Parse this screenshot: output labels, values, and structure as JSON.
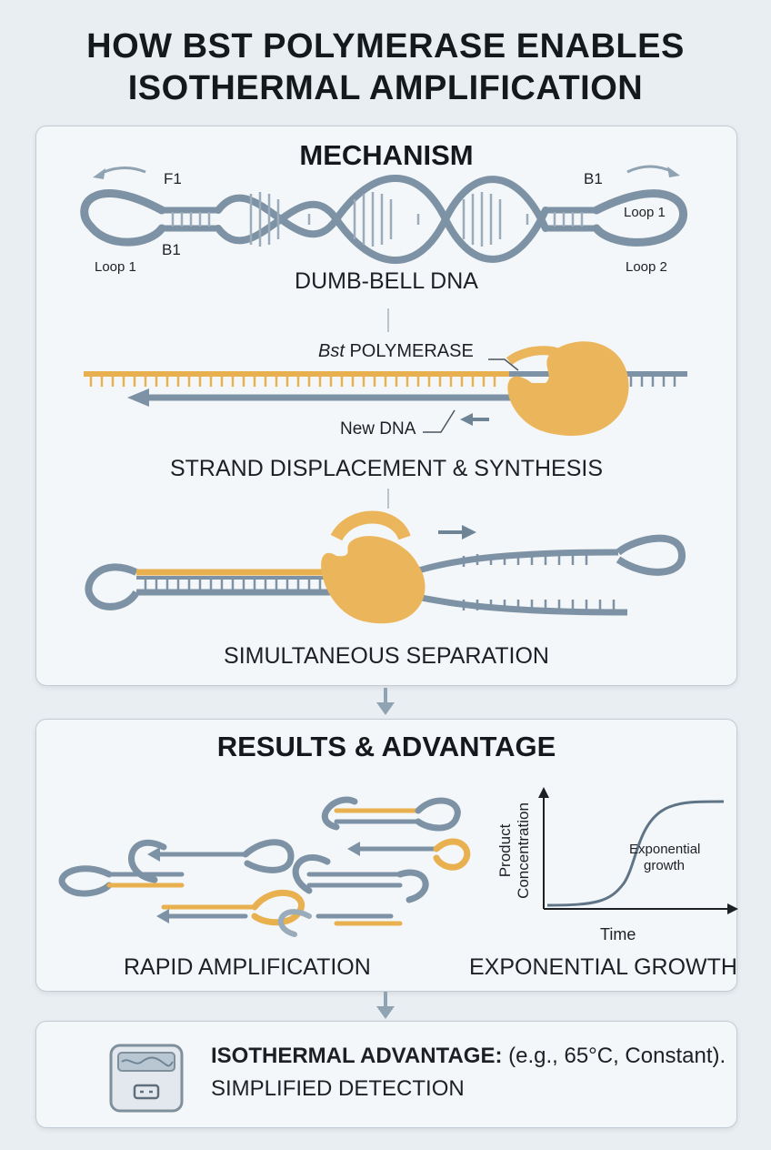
{
  "title": {
    "line1": "HOW BST POLYMERASE ENABLES",
    "line2": "ISOTHERMAL AMPLIFICATION"
  },
  "mechanism": {
    "heading": "MECHANISM",
    "dumbbell": {
      "caption": "DUMB-BELL DNA",
      "label_f1": "F1",
      "label_b1_left": "B1",
      "label_b1_right": "B1",
      "label_loop1_left": "Loop 1",
      "label_loop1_right": "Loop 1",
      "label_loop2": "Loop 2"
    },
    "displacement": {
      "caption": "STRAND DISPLACEMENT & SYNTHESIS",
      "polymerase_label_italic": "Bst",
      "polymerase_label_rest": " POLYMERASE",
      "new_dna_label": "New DNA"
    },
    "separation": {
      "caption": "SIMULTANEOUS SEPARATION"
    }
  },
  "results": {
    "heading": "RESULTS & ADVANTAGE",
    "rapid_caption": "RAPID AMPLIFICATION",
    "growth_caption": "EXPONENTIAL GROWTH",
    "chart": {
      "ylabel_line1": "Product",
      "ylabel_line2": "Concentration",
      "xlabel": "Time",
      "annotation_line1": "Exponential",
      "annotation_line2": "growth"
    }
  },
  "isothermal": {
    "bold_label": "ISOTHERMAL ADVANTAGE:",
    "detail": " (e.g., 65°C, Constant).",
    "line2": "SIMPLIFIED DETECTION"
  },
  "colors": {
    "dna_strand": "#7d92a4",
    "new_strand": "#e8b04e",
    "polymerase": "#ebb65b",
    "arrow": "#6f8596",
    "panel_border": "#c3ccd4"
  },
  "icons": [
    "water-bath-icon",
    "flow-arrow-icon"
  ]
}
